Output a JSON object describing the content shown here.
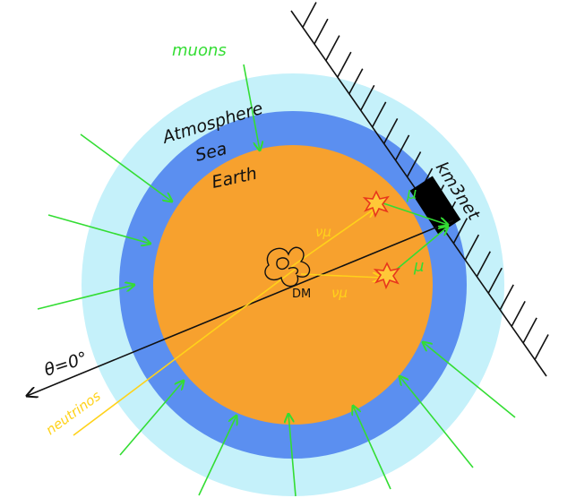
{
  "labels": {
    "muons": "muons",
    "atmosphere": "Atmosphere",
    "sea": "Sea",
    "earth": "Earth",
    "detector": "km3net",
    "dm": "DM",
    "theta": "θ=0°",
    "neutrinos": "neutrinos",
    "nu_mu_upper": "νμ",
    "nu_mu_lower": "νμ",
    "mu_upper": "μ",
    "mu_lower": "μ"
  },
  "colors": {
    "atmosphere": "#c5f1fa",
    "sea": "#5b8ff0",
    "earth": "#f7a12e",
    "arrow_green": "#33dd33",
    "arrow_yellow": "#ffd21a",
    "interaction": "#e8361c",
    "detector": "#000000",
    "line": "#111111"
  },
  "icons": {
    "dark_matter": "dark-matter-scribble-icon",
    "interaction": "interaction-star-icon"
  }
}
